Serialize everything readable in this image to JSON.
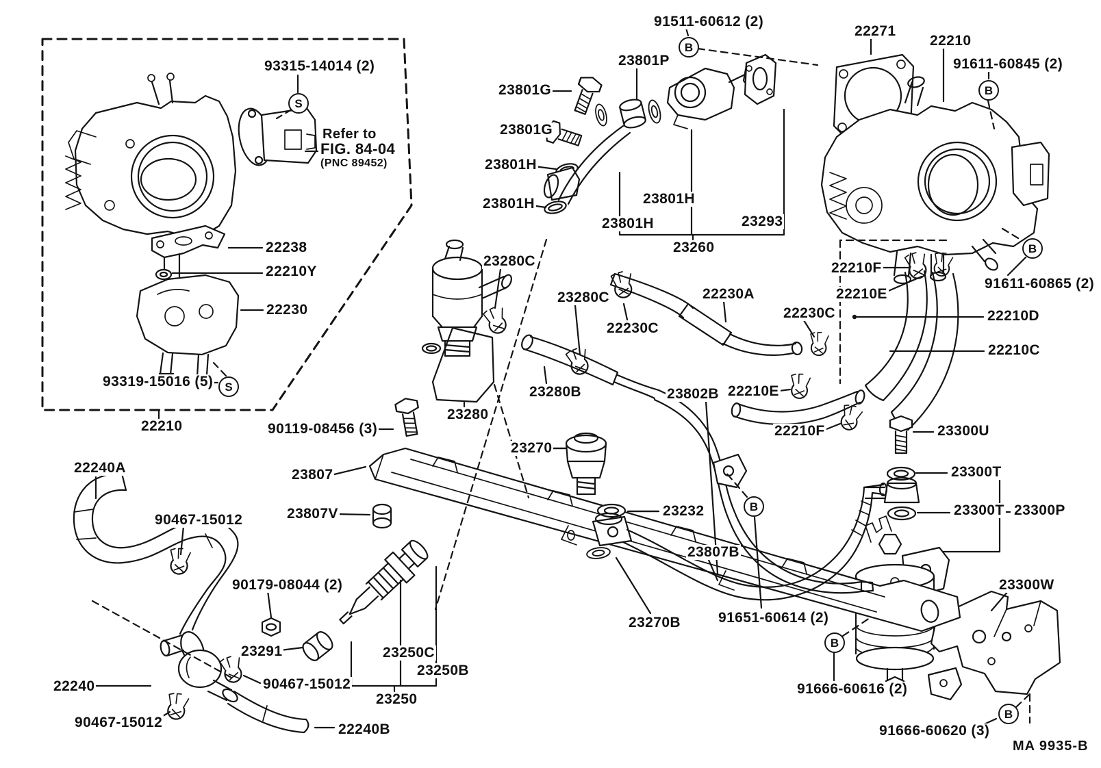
{
  "page": {
    "background": "#ffffff",
    "ink": "#141414"
  },
  "figure_note": {
    "refer": "Refer to",
    "fig": "FIG. 84-04",
    "pnc": "(PNC 89452)"
  },
  "footer": {
    "code": "MA  9935-B"
  },
  "symbols": [
    {
      "letter": "S"
    },
    {
      "letter": "S"
    },
    {
      "letter": "B"
    },
    {
      "letter": "B"
    },
    {
      "letter": "B"
    },
    {
      "letter": "B"
    },
    {
      "letter": "B"
    },
    {
      "letter": "B"
    }
  ],
  "labels": [
    {
      "id": "l0",
      "text": "93315-14014 (2)"
    },
    {
      "id": "l1",
      "text": "22238"
    },
    {
      "id": "l2",
      "text": "22210Y"
    },
    {
      "id": "l3",
      "text": "22230"
    },
    {
      "id": "l4",
      "text": "93319-15016 (5)"
    },
    {
      "id": "l5",
      "text": "22210"
    },
    {
      "id": "l6",
      "text": "91511-60612 (2)"
    },
    {
      "id": "l7",
      "text": "23801P"
    },
    {
      "id": "l8",
      "text": "23801G"
    },
    {
      "id": "l9",
      "text": "23801G"
    },
    {
      "id": "l10",
      "text": "23801H"
    },
    {
      "id": "l11",
      "text": "23801H"
    },
    {
      "id": "l12",
      "text": "23801H"
    },
    {
      "id": "l13",
      "text": "23801H"
    },
    {
      "id": "l14",
      "text": "23293"
    },
    {
      "id": "l15",
      "text": "23260"
    },
    {
      "id": "l16",
      "text": "22271"
    },
    {
      "id": "l17",
      "text": "22210"
    },
    {
      "id": "l18",
      "text": "91611-60845 (2)"
    },
    {
      "id": "l19",
      "text": "22210F"
    },
    {
      "id": "l20",
      "text": "22210E"
    },
    {
      "id": "l21",
      "text": "91611-60865 (2)"
    },
    {
      "id": "l22",
      "text": "22210D"
    },
    {
      "id": "l23",
      "text": "22210C"
    },
    {
      "id": "l24",
      "text": "23280C"
    },
    {
      "id": "l25",
      "text": "23280C"
    },
    {
      "id": "l26",
      "text": "22230C"
    },
    {
      "id": "l27",
      "text": "22230A"
    },
    {
      "id": "l28",
      "text": "22230C"
    },
    {
      "id": "l29",
      "text": "23280B"
    },
    {
      "id": "l30",
      "text": "23280"
    },
    {
      "id": "l31",
      "text": "23802B"
    },
    {
      "id": "l32",
      "text": "22210E"
    },
    {
      "id": "l33",
      "text": "22210F"
    },
    {
      "id": "l34",
      "text": "23300U"
    },
    {
      "id": "l35",
      "text": "23300T"
    },
    {
      "id": "l36",
      "text": "23300T"
    },
    {
      "id": "l37",
      "text": "23300P"
    },
    {
      "id": "l38",
      "text": "23300W"
    },
    {
      "id": "l39",
      "text": "90119-08456 (3)"
    },
    {
      "id": "l40",
      "text": "23807"
    },
    {
      "id": "l41",
      "text": "23807V"
    },
    {
      "id": "l42",
      "text": "23270"
    },
    {
      "id": "l43",
      "text": "23232"
    },
    {
      "id": "l44",
      "text": "23807B"
    },
    {
      "id": "l45",
      "text": "23270B"
    },
    {
      "id": "l46",
      "text": "91651-60614 (2)"
    },
    {
      "id": "l47",
      "text": "91666-60616 (2)"
    },
    {
      "id": "l48",
      "text": "91666-60620 (3)"
    },
    {
      "id": "l49",
      "text": "22240A"
    },
    {
      "id": "l50",
      "text": "90467-15012"
    },
    {
      "id": "l51",
      "text": "90179-08044 (2)"
    },
    {
      "id": "l52",
      "text": "23291"
    },
    {
      "id": "l53",
      "text": "90467-15012"
    },
    {
      "id": "l54",
      "text": "22240"
    },
    {
      "id": "l55",
      "text": "90467-15012"
    },
    {
      "id": "l56",
      "text": "22240B"
    },
    {
      "id": "l57",
      "text": "23250C"
    },
    {
      "id": "l58",
      "text": "23250B"
    },
    {
      "id": "l59",
      "text": "23250"
    }
  ]
}
